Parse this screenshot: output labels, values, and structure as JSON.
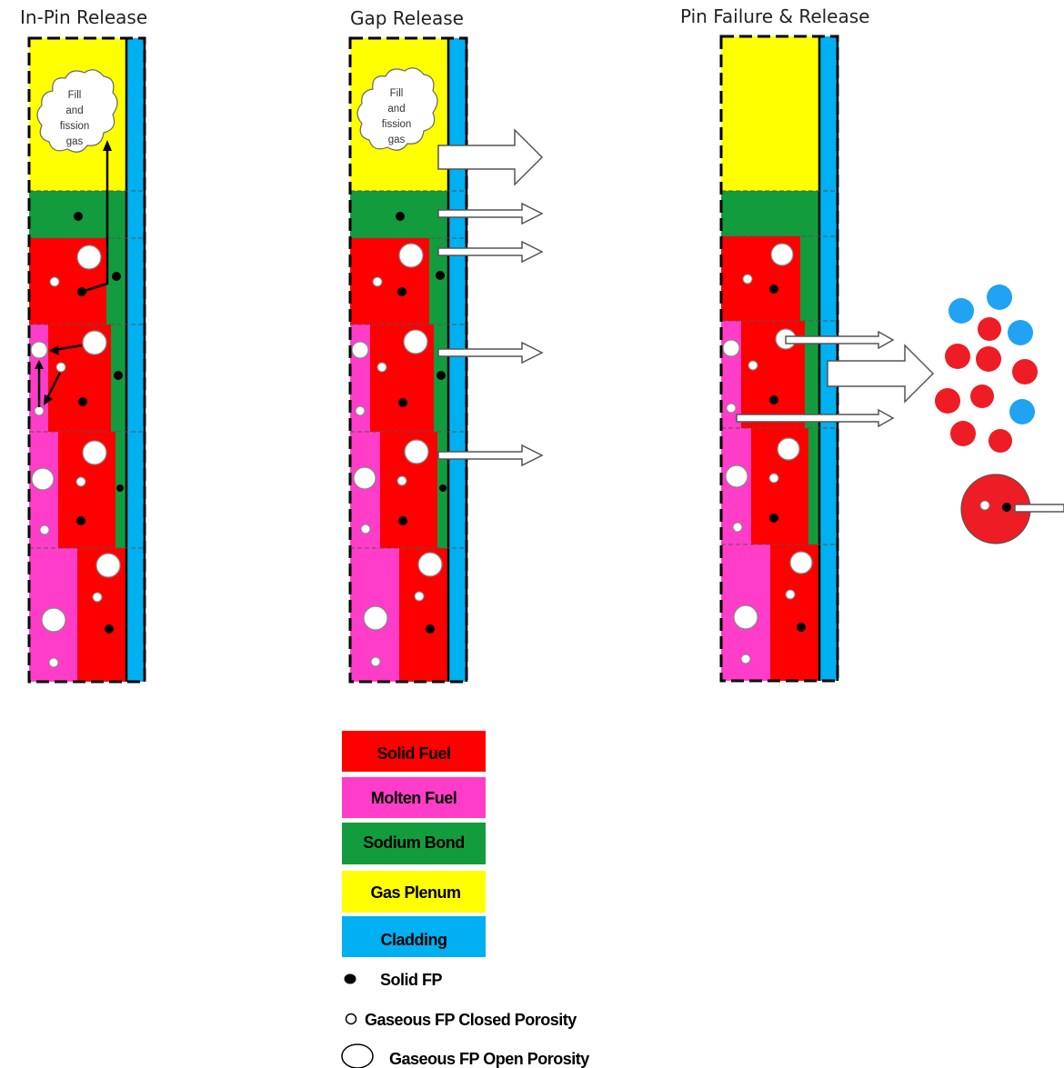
{
  "panels": [
    {
      "title": "In-Pin Release",
      "cloud_lines": [
        "Fill",
        "and",
        "fission",
        "gas"
      ]
    },
    {
      "title": "Gap Release",
      "cloud_lines": [
        "Fill",
        "and",
        "fission",
        "gas"
      ]
    },
    {
      "title": "Pin Failure & Release"
    }
  ],
  "legend": {
    "swatches": [
      {
        "label": "Solid Fuel",
        "color": "#ff0000"
      },
      {
        "label": "Molten Fuel",
        "color": "#ff3dc8"
      },
      {
        "label": "Sodium Bond",
        "color": "#139c3e"
      },
      {
        "label": "Gas Plenum",
        "color": "#ffff00"
      },
      {
        "label": "Cladding",
        "color": "#00b0f0"
      }
    ],
    "symbols": [
      {
        "label": "Solid FP",
        "icon": "filled-dot-icon"
      },
      {
        "label": "Gaseous FP Closed Porosity",
        "icon": "small-open-circle-icon"
      },
      {
        "label": "Gaseous FP Open Porosity",
        "icon": "large-open-circle-icon"
      }
    ]
  },
  "colors": {
    "solid_fuel": "#ff0000",
    "molten_fuel": "#ff3dc8",
    "sodium_bond": "#139c3e",
    "gas_plenum": "#ffff00",
    "cladding": "#00b0f0"
  }
}
